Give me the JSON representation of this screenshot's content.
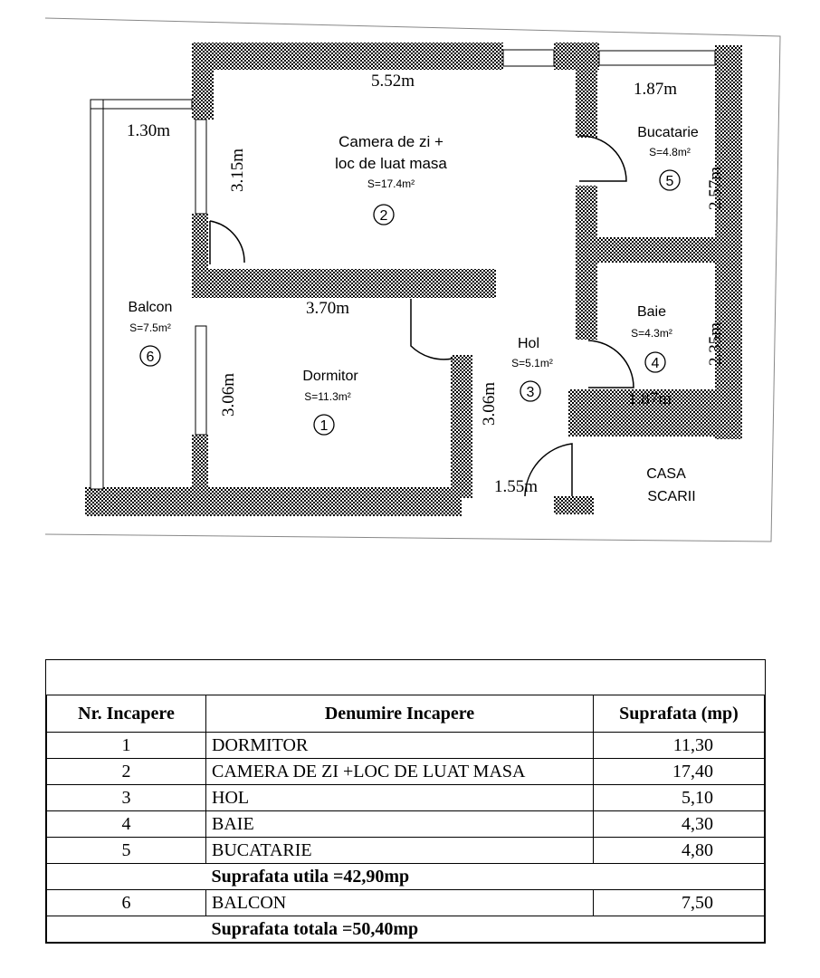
{
  "plan": {
    "rooms": [
      {
        "nr": "1",
        "name": "Dormitor",
        "area": "S=11.3m²"
      },
      {
        "nr": "2",
        "name_l1": "Camera de zi +",
        "name_l2": "loc de luat masa",
        "area": "S=17.4m²"
      },
      {
        "nr": "3",
        "name": "Hol",
        "area": "S=5.1m²"
      },
      {
        "nr": "4",
        "name": "Baie",
        "area": "S=4.3m²"
      },
      {
        "nr": "5",
        "name": "Bucatarie",
        "area": "S=4.8m²"
      },
      {
        "nr": "6",
        "name": "Balcon",
        "area": "S=7.5m²"
      }
    ],
    "dims": {
      "d552": "5.52m",
      "d187a": "1.87m",
      "d130": "1.30m",
      "d315": "3.15m",
      "d257": "2.57m",
      "d370": "3.70m",
      "d306a": "3.06m",
      "d306b": "3.06m",
      "d235": "2.35m",
      "d187b": "1.87m",
      "d155": "1.55m"
    },
    "stair_l1": "CASA",
    "stair_l2": "SCARII"
  },
  "table": {
    "headers": [
      "Nr. Incapere",
      "Denumire Incapere",
      "Suprafata (mp)"
    ],
    "rows": [
      {
        "nr": "1",
        "name": "DORMITOR",
        "area": "11,30"
      },
      {
        "nr": "2",
        "name": "CAMERA DE ZI +LOC DE LUAT MASA",
        "area": "17,40"
      },
      {
        "nr": "3",
        "name": "HOL",
        "area": "5,10"
      },
      {
        "nr": "4",
        "name": "BAIE",
        "area": "4,30"
      },
      {
        "nr": "5",
        "name": "BUCATARIE",
        "area": "4,80"
      }
    ],
    "subtotal": "Suprafata utila =42,90mp",
    "balcony_row": {
      "nr": "6",
      "name": "BALCON",
      "area": "7,50"
    },
    "total": "Suprafata totala =50,40mp"
  }
}
